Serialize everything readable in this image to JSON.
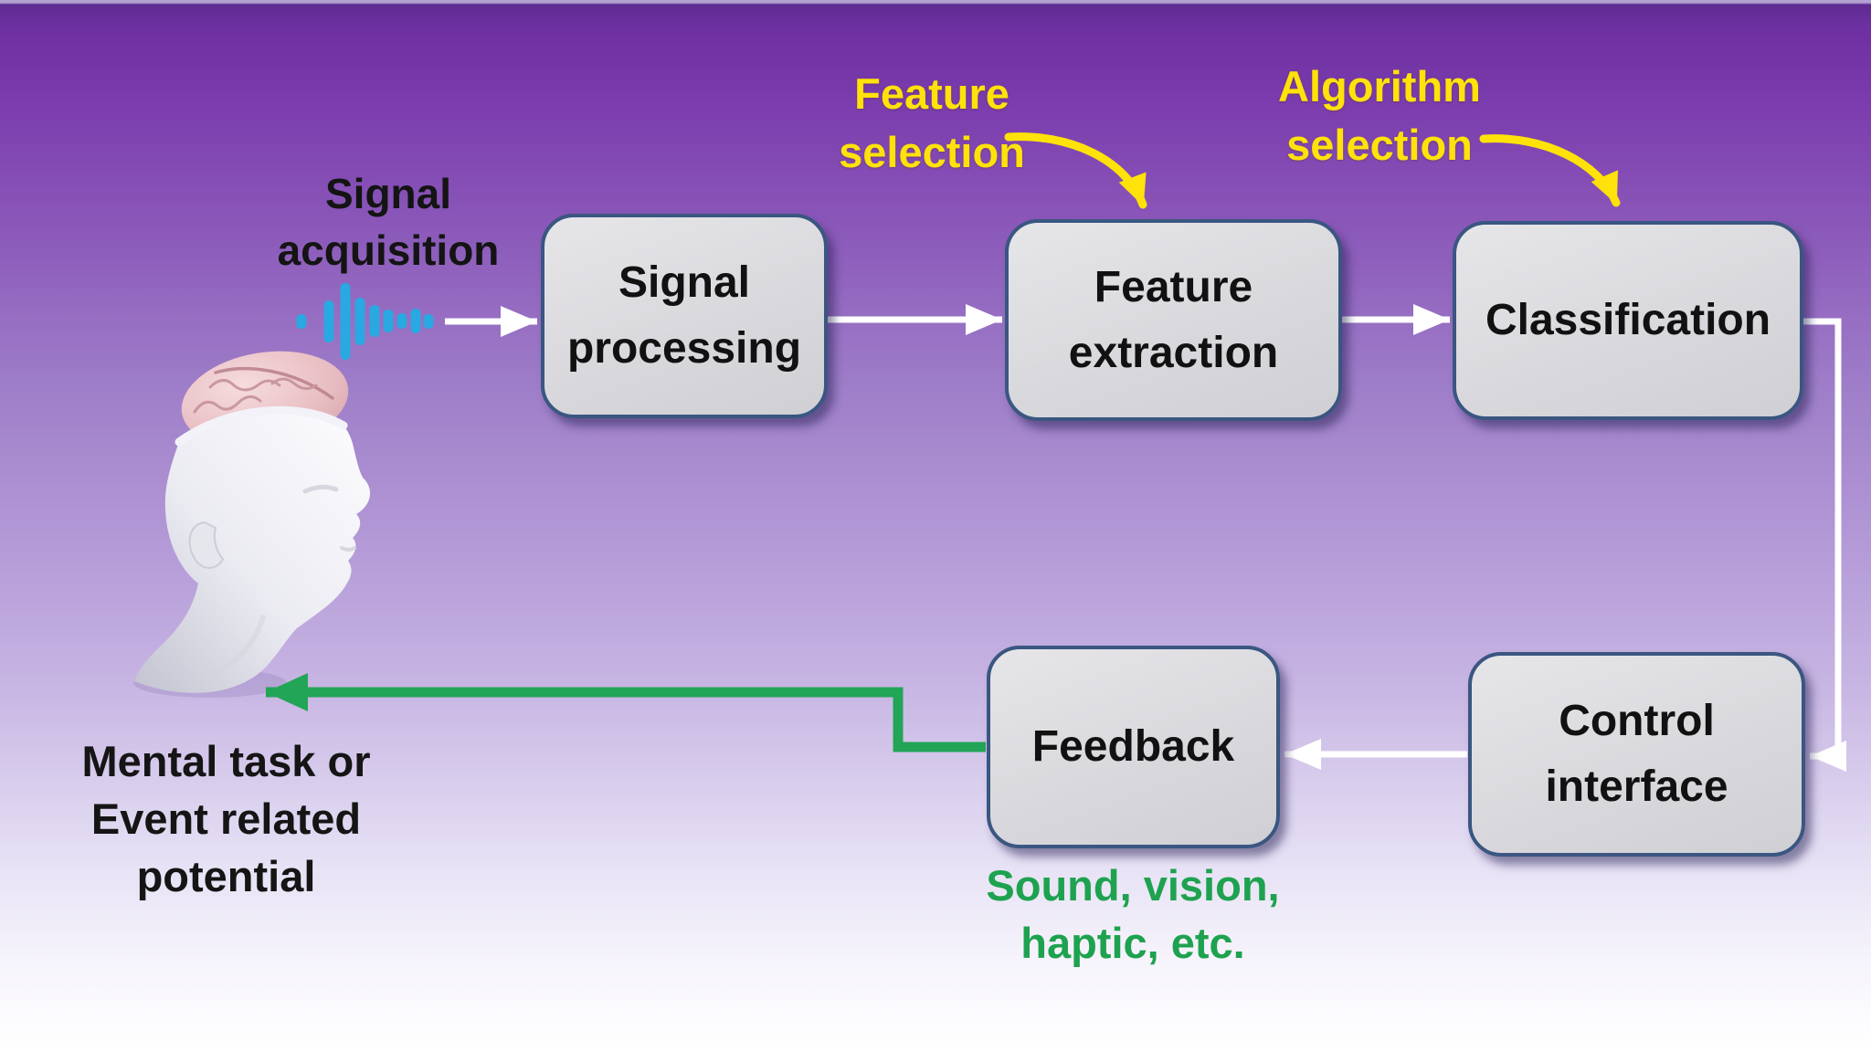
{
  "nodes": {
    "signal_processing": {
      "line1": "Signal",
      "line2": "processing"
    },
    "feature_extraction": {
      "line1": "Feature",
      "line2": "extraction"
    },
    "classification": {
      "label": "Classification"
    },
    "control_interface": {
      "line1": "Control",
      "line2": "interface"
    },
    "feedback": {
      "label": "Feedback"
    }
  },
  "annotations": {
    "signal_acquisition": {
      "line1": "Signal",
      "line2": "acquisition"
    },
    "feature_selection": {
      "line1": "Feature",
      "line2": "selection"
    },
    "algorithm_selection": {
      "line1": "Algorithm",
      "line2": "selection"
    },
    "mental_task": {
      "line1": "Mental task or",
      "line2": "Event related",
      "line3": "potential"
    },
    "feedback_modalities": {
      "line1": "Sound, vision,",
      "line2": "haptic, etc."
    }
  },
  "icons": {
    "waveform": "sound-waveform-icon",
    "head_brain": "head-with-exposed-brain-illustration"
  },
  "colors": {
    "background_top": "#6e30a1",
    "background_bottom": "#ffffff",
    "node_fill": "#d9d9dd",
    "node_border": "#3a5681",
    "arrow_white": "#ffffff",
    "arrow_green": "#22a556",
    "text_yellow": "#ffe20a",
    "text_green": "#1ea24f",
    "waveform_blue": "#29a8e2",
    "text_black": "#141414"
  }
}
